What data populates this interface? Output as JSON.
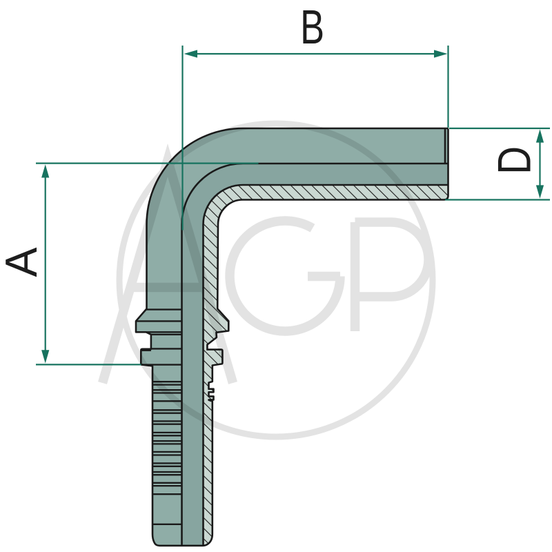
{
  "drawing": {
    "type": "technical-diagram",
    "subject": "90-degree elbow hose fitting shown in half-section",
    "watermark": {
      "text_a": "A",
      "text_g": "G",
      "text_p": "P",
      "color": "#e3e3e3"
    },
    "dimensions": {
      "a": {
        "label": "A",
        "orientation": "vertical",
        "side": "left"
      },
      "b": {
        "label": "B",
        "orientation": "horizontal",
        "side": "top"
      },
      "d": {
        "label": "D",
        "orientation": "vertical",
        "side": "right"
      }
    },
    "colors": {
      "outline": "#1a1a1a",
      "body": "#8fada7",
      "bore": "#87a5a0",
      "section_fill": "#cad8d2",
      "dimension": "#17735f",
      "label": "#1d1d1d",
      "background": "#ffffff"
    }
  }
}
